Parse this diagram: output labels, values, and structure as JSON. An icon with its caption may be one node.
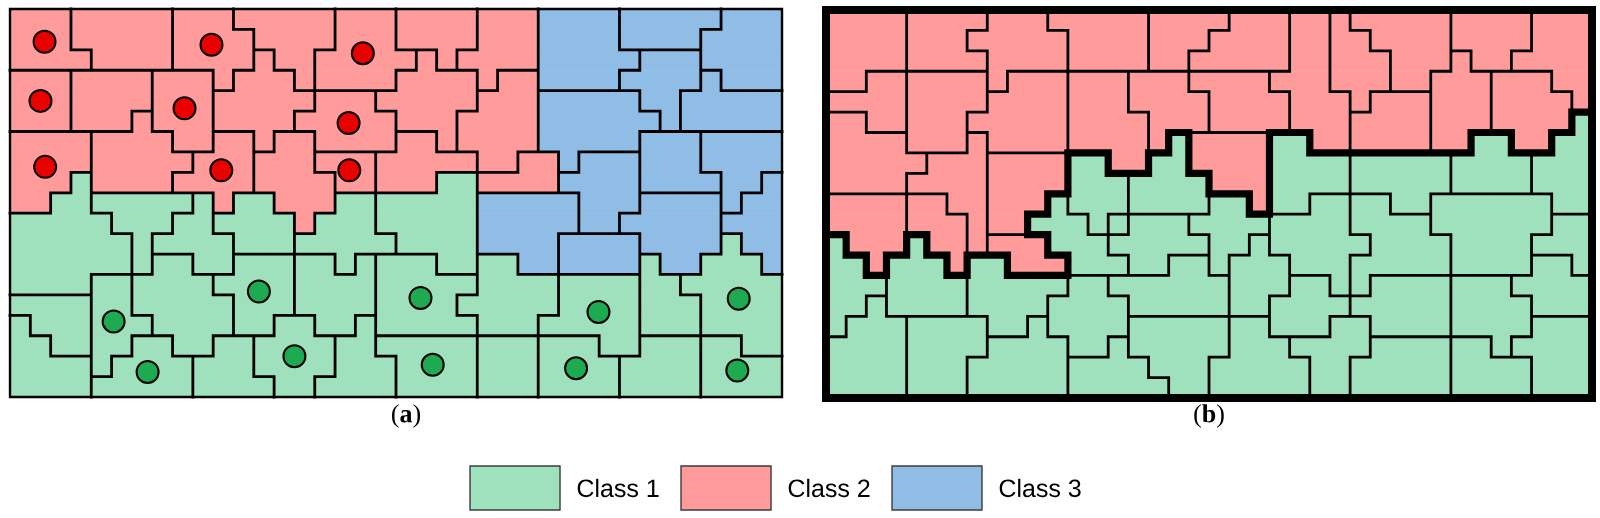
{
  "diagram": {
    "labels": [
      "(**a**)",
      "(**b**)"
    ],
    "legend": [
      {
        "text": "Class 1",
        "color": "#9fe0bd"
      },
      {
        "text": "Class 2",
        "color": "#ff9b9b"
      },
      {
        "text": "Class 3",
        "color": "#8fbde6"
      }
    ]
  }
}
